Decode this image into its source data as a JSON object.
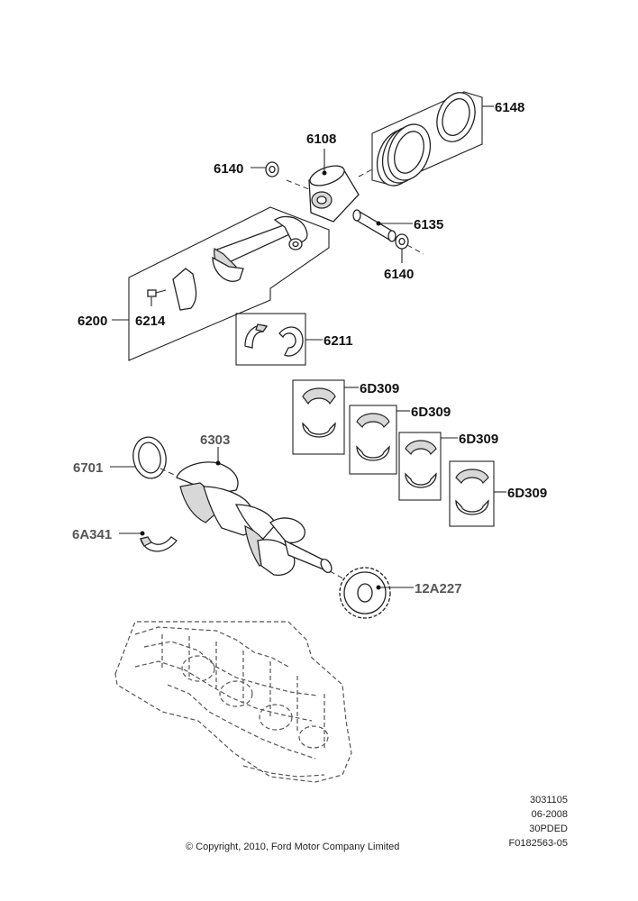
{
  "callouts": {
    "c6148": "6148",
    "c6108": "6108",
    "c6140a": "6140",
    "c6135": "6135",
    "c6140b": "6140",
    "c6200": "6200",
    "c6214": "6214",
    "c6211": "6211",
    "c6d309a": "6D309",
    "c6d309b": "6D309",
    "c6d309c": "6D309",
    "c6d309d": "6D309",
    "c6303": "6303",
    "c6701": "6701",
    "c6a341": "6A341",
    "c12a227": "12A227"
  },
  "reference": {
    "line1": "3031105",
    "line2": "06-2008",
    "line3": "30PDED",
    "line4": "F0182563-05"
  },
  "copyright": "© Copyright, 2010, Ford Motor Company Limited"
}
